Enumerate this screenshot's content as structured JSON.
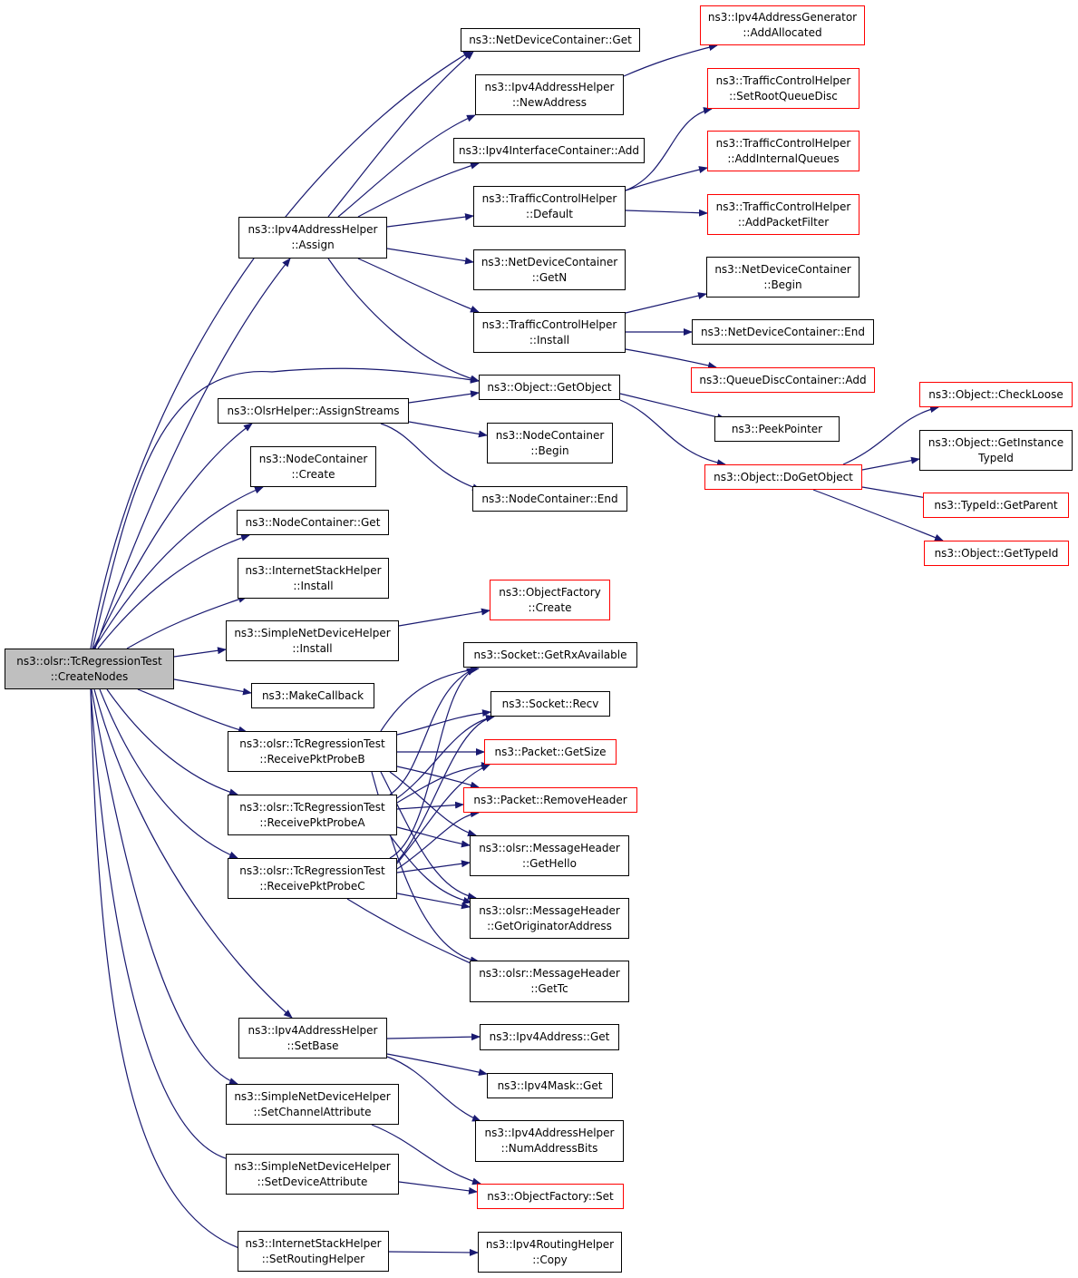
{
  "diagram": {
    "colors": {
      "edge": "#191970",
      "node_border": "#000000",
      "truncated_border": "#ff0000",
      "root_fill": "#bfbfbf"
    },
    "nodes": {
      "root": [
        "ns3::olsr::TcRegressionTest",
        "::CreateNodes"
      ],
      "ndc_get": [
        "ns3::NetDeviceContainer::Get"
      ],
      "v4gen_alloc": [
        "ns3::Ipv4AddressGenerator",
        "::AddAllocated"
      ],
      "v4helper_newaddr": [
        "ns3::Ipv4AddressHelper",
        "::NewAddress"
      ],
      "tch_setroot": [
        "ns3::TrafficControlHelper",
        "::SetRootQueueDisc"
      ],
      "v4ic_add": [
        "ns3::Ipv4InterfaceContainer::Add"
      ],
      "tch_addint": [
        "ns3::TrafficControlHelper",
        "::AddInternalQueues"
      ],
      "tch_default": [
        "ns3::TrafficControlHelper",
        "::Default"
      ],
      "tch_addpf": [
        "ns3::TrafficControlHelper",
        "::AddPacketFilter"
      ],
      "v4helper_assign": [
        "ns3::Ipv4AddressHelper",
        "::Assign"
      ],
      "ndc_getn": [
        "ns3::NetDeviceContainer",
        "::GetN"
      ],
      "ndc_begin": [
        "ns3::NetDeviceContainer",
        "::Begin"
      ],
      "tch_install": [
        "ns3::TrafficControlHelper",
        "::Install"
      ],
      "ndc_end": [
        "ns3::NetDeviceContainer::End"
      ],
      "qdc_add": [
        "ns3::QueueDiscContainer::Add"
      ],
      "obj_getobject": [
        "ns3::Object::GetObject"
      ],
      "obj_checkloose": [
        "ns3::Object::CheckLoose"
      ],
      "olsr_assignstreams": [
        "ns3::OlsrHelper::AssignStreams"
      ],
      "peekpointer": [
        "ns3::PeekPointer"
      ],
      "nc_begin": [
        "ns3::NodeContainer",
        "::Begin"
      ],
      "obj_getinstancetypeid": [
        "ns3::Object::GetInstance",
        "TypeId"
      ],
      "nc_create": [
        "ns3::NodeContainer",
        "::Create"
      ],
      "obj_dogetobject": [
        "ns3::Object::DoGetObject"
      ],
      "nc_end": [
        "ns3::NodeContainer::End"
      ],
      "typeid_getparent": [
        "ns3::TypeId::GetParent"
      ],
      "nc_get": [
        "ns3::NodeContainer::Get"
      ],
      "obj_gettypeid": [
        "ns3::Object::GetTypeId"
      ],
      "ish_install": [
        "ns3::InternetStackHelper",
        "::Install"
      ],
      "of_create": [
        "ns3::ObjectFactory",
        "::Create"
      ],
      "sndh_install": [
        "ns3::SimpleNetDeviceHelper",
        "::Install"
      ],
      "sock_getrx": [
        "ns3::Socket::GetRxAvailable"
      ],
      "makecallback": [
        "ns3::MakeCallback"
      ],
      "sock_recv": [
        "ns3::Socket::Recv"
      ],
      "probe_b": [
        "ns3::olsr::TcRegressionTest",
        "::ReceivePktProbeB"
      ],
      "pkt_getsize": [
        "ns3::Packet::GetSize"
      ],
      "probe_a": [
        "ns3::olsr::TcRegressionTest",
        "::ReceivePktProbeA"
      ],
      "pkt_removeheader": [
        "ns3::Packet::RemoveHeader"
      ],
      "mh_gethello": [
        "ns3::olsr::MessageHeader",
        "::GetHello"
      ],
      "probe_c": [
        "ns3::olsr::TcRegressionTest",
        "::ReceivePktProbeC"
      ],
      "mh_getorig": [
        "ns3::olsr::MessageHeader",
        "::GetOriginatorAddress"
      ],
      "mh_gettc": [
        "ns3::olsr::MessageHeader",
        "::GetTc"
      ],
      "v4helper_setbase": [
        "ns3::Ipv4AddressHelper",
        "::SetBase"
      ],
      "v4addr_get": [
        "ns3::Ipv4Address::Get"
      ],
      "v4mask_get": [
        "ns3::Ipv4Mask::Get"
      ],
      "sndh_setchan": [
        "ns3::SimpleNetDeviceHelper",
        "::SetChannelAttribute"
      ],
      "v4helper_numbits": [
        "ns3::Ipv4AddressHelper",
        "::NumAddressBits"
      ],
      "sndh_setdev": [
        "ns3::SimpleNetDeviceHelper",
        "::SetDeviceAttribute"
      ],
      "of_set": [
        "ns3::ObjectFactory::Set"
      ],
      "ish_setrouting": [
        "ns3::InternetStackHelper",
        "::SetRoutingHelper"
      ],
      "v4rh_copy": [
        "ns3::Ipv4RoutingHelper",
        "::Copy"
      ]
    }
  }
}
